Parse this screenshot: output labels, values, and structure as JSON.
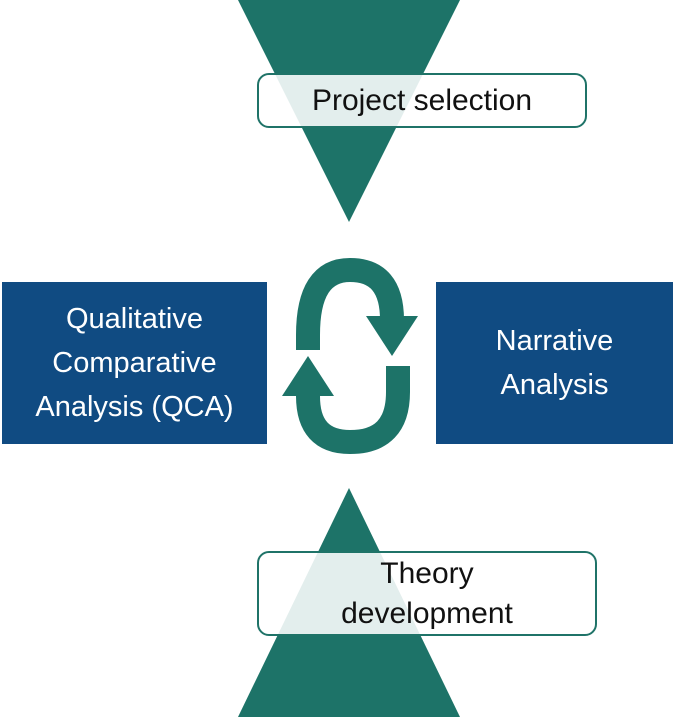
{
  "colors": {
    "teal": "#1d7368",
    "navy": "#104b82",
    "label_border": "#1f7368"
  },
  "top_label": "Project selection",
  "left_box": "Qualitative\nComparative\nAnalysis (QCA)",
  "right_box": "Narrative\nAnalysis",
  "bottom_label": "Theory\ndevelopment",
  "cycle_icon": "circular-arrows-icon"
}
